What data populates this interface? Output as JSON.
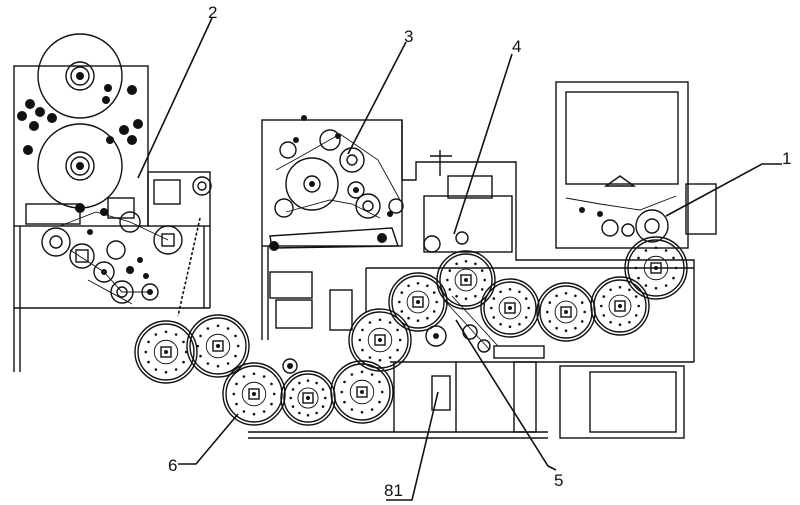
{
  "labels": {
    "l1": "1",
    "l2": "2",
    "l3": "3",
    "l4": "4",
    "l5": "5",
    "l6": "6",
    "l81": "81"
  },
  "colors": {
    "line": "#111111",
    "background": "#ffffff"
  }
}
